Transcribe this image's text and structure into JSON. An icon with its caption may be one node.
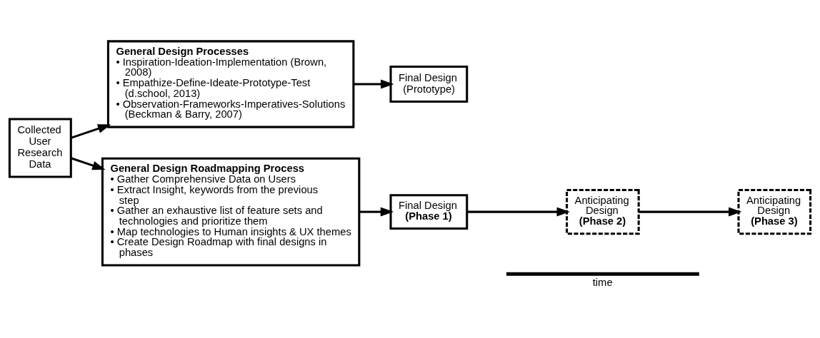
{
  "diagram": {
    "nodes": [
      {
        "text": [
          "Collected User Research Data"
        ]
      },
      {
        "text": [
          "General Design Processes",
          "• Inspiration-Ideation-Implementation (Brown, 2008)",
          "• Empathize-Define-Ideate-Prototype-Test (d.school, 2013)",
          "• Observation-Frameworks-Imperatives-Solutions (Beckman & Barry, 2007)"
        ]
      },
      {
        "text": [
          "Final Design (Prototype)"
        ]
      },
      {
        "text": [
          "General Design Roadmapping Process",
          "• Gather Comprehensive Data on Users",
          "• Extract Insight, keywords from the previous step",
          "• Gather an exhaustive list of feature sets and technologies and prioritize them",
          "• Map technologies to Human insights & UX themes",
          "• Create Design Roadmap with final designs in phases"
        ]
      },
      {
        "text": [
          "Final Design",
          "(Phase 1)"
        ]
      },
      {
        "text": [
          "Anticipating Design",
          "(Phase 2)"
        ]
      },
      {
        "text": [
          "Anticipating Design",
          "(Phase 3)"
        ]
      }
    ],
    "edges": [
      {
        "from": 0,
        "to": 1,
        "arrow": "to"
      },
      {
        "from": 0,
        "to": 3,
        "arrow": "to"
      },
      {
        "from": 1,
        "to": 2,
        "arrow": "to"
      },
      {
        "from": 3,
        "to": 4,
        "arrow": "to"
      },
      {
        "from": 4,
        "to": 5,
        "arrow": "to"
      },
      {
        "from": 5,
        "to": 6,
        "arrow": "to"
      }
    ],
    "labels": [
      "time"
    ]
  }
}
